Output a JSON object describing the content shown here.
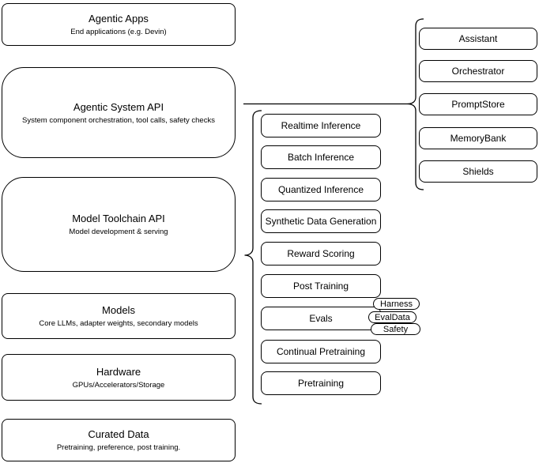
{
  "stack": [
    {
      "title": "Agentic Apps",
      "subtitle": "End applications (e.g. Devin)"
    },
    {
      "title": "Agentic System API",
      "subtitle": "System component orchestration, tool calls, safety checks"
    },
    {
      "title": "Model Toolchain API",
      "subtitle": "Model development & serving"
    },
    {
      "title": "Models",
      "subtitle": "Core LLMs, adapter weights, secondary models"
    },
    {
      "title": "Hardware",
      "subtitle": "GPUs/Accelerators/Storage"
    },
    {
      "title": "Curated Data",
      "subtitle": "Pretraining, preference, post training."
    }
  ],
  "toolchain_items": [
    "Realtime Inference",
    "Batch Inference",
    "Quantized Inference",
    "Synthetic Data Generation",
    "Reward Scoring",
    "Post Training",
    "Evals",
    "Continual Pretraining",
    "Pretraining"
  ],
  "eval_tags": [
    "Harness",
    "EvalData",
    "Safety"
  ],
  "system_components": [
    "Assistant",
    "Orchestrator",
    "PromptStore",
    "MemoryBank",
    "Shields"
  ],
  "colors": {
    "stroke": "#000000",
    "fill": "#ffffff",
    "text": "#000000"
  }
}
